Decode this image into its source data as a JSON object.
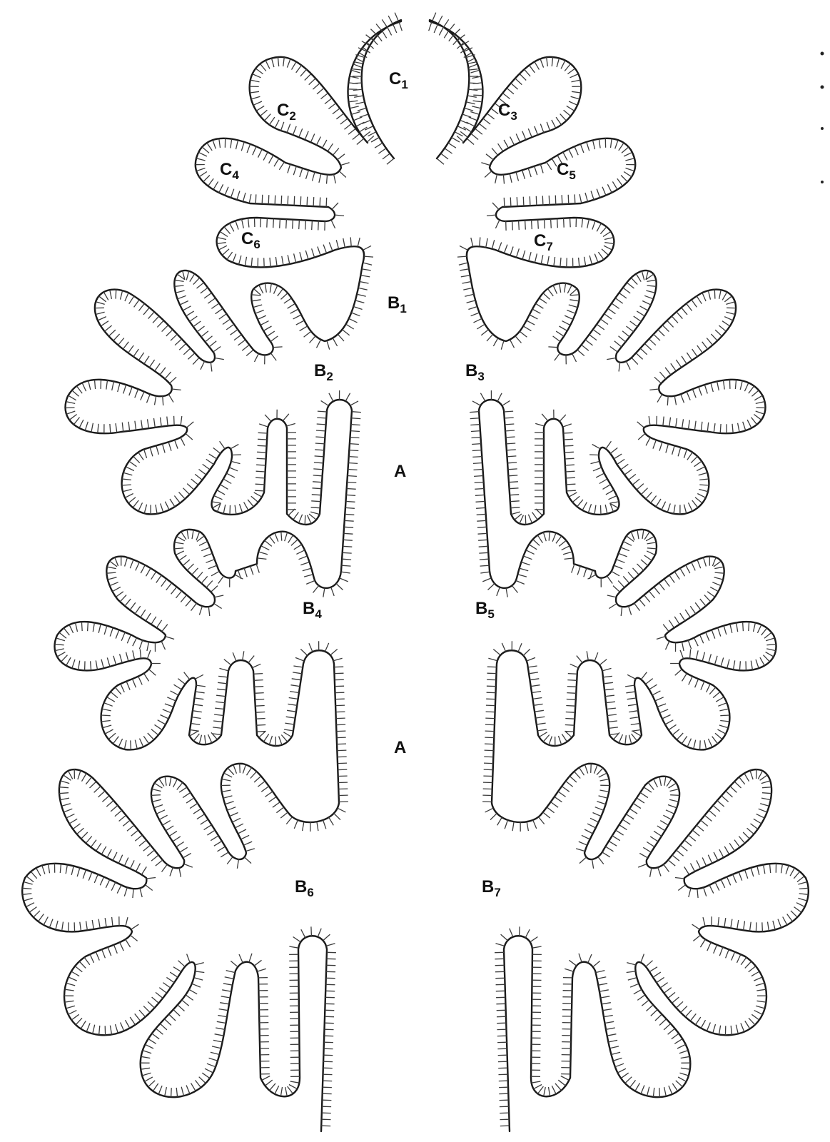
{
  "labels": {
    "c1": {
      "base": "C",
      "sub": "1"
    },
    "c2": {
      "base": "C",
      "sub": "2"
    },
    "c3": {
      "base": "C",
      "sub": "3"
    },
    "c4": {
      "base": "C",
      "sub": "4"
    },
    "c5": {
      "base": "C",
      "sub": "5"
    },
    "c6": {
      "base": "C",
      "sub": "6"
    },
    "c7": {
      "base": "C",
      "sub": "7"
    },
    "b1": {
      "base": "B",
      "sub": "1"
    },
    "b2": {
      "base": "B",
      "sub": "2"
    },
    "b3": {
      "base": "B",
      "sub": "3"
    },
    "b4": {
      "base": "B",
      "sub": "4"
    },
    "b5": {
      "base": "B",
      "sub": "5"
    },
    "b6": {
      "base": "B",
      "sub": "6"
    },
    "b7": {
      "base": "B",
      "sub": "7"
    },
    "a_upper": "A",
    "a_lower": "A"
  },
  "colors": {
    "outline": "#1a1a1a",
    "hairs": "#3a3a3a",
    "background": "#ffffff"
  }
}
